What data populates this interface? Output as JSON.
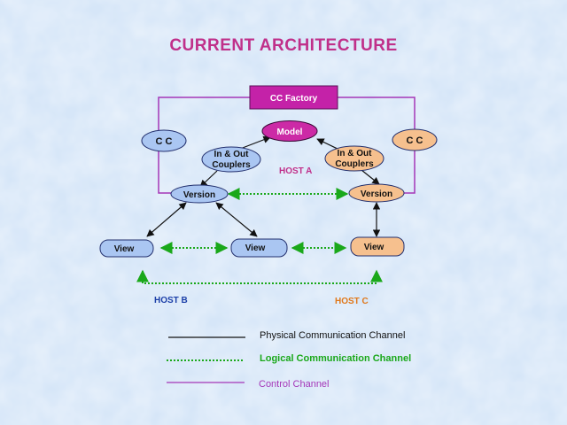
{
  "title": "CURRENT ARCHITECTURE",
  "nodes": {
    "cc_factory": "CC Factory",
    "model": "Model",
    "cc_left": "C C",
    "cc_right": "C C",
    "couplers_left": [
      "In & Out",
      "Couplers"
    ],
    "couplers_right": [
      "In & Out",
      "Couplers"
    ],
    "version_left": "Version",
    "version_right": "Version",
    "view_left": "View",
    "view_middle": "View",
    "view_right": "View"
  },
  "host_labels": {
    "host_a": "HOST A",
    "host_b": "HOST B",
    "host_c": "HOST C"
  },
  "legend": {
    "physical": "Physical Communication Channel",
    "logical": "Logical Communication Channel",
    "control": "Control Channel"
  },
  "colors": {
    "title": "#c0308a",
    "blue_node": "#aac6f2",
    "orange_node": "#f6c08e",
    "model_node": "#cc2aa6",
    "factory_node": "#c422a8",
    "control_line": "#a436b8",
    "logical_line": "#1aa81a",
    "host_a": "#c0308a",
    "host_b": "#1c3fa8",
    "host_c": "#e0781a"
  }
}
